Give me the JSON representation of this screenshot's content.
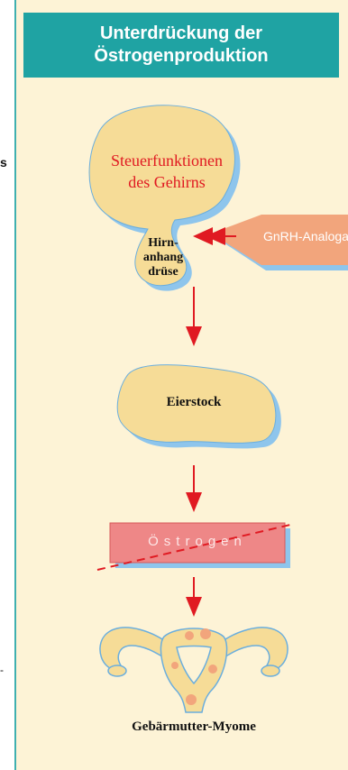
{
  "title": {
    "line1": "Unterdrückung der",
    "line2": "Östrogenproduktion"
  },
  "brain": {
    "line1": "Steuerfunktionen",
    "line2": "des Gehirns"
  },
  "pituitary": {
    "line1": "Hirn-",
    "line2": "anhang",
    "line3": "drüse"
  },
  "gnrh_label": "GnRH-Analoga",
  "ovary_label": "Eierstock",
  "estrogen_label": "Östrogen",
  "uterus_label": "Gebärmutter-Myome",
  "edge_text": {
    "left_top": "s",
    "left_bottom": "-"
  },
  "colors": {
    "header": "#1fa3a3",
    "panel": "#fdf3d6",
    "shape_fill": "#f6dc97",
    "shape_shadow": "#8ec5ec",
    "brain_text": "#e01a22",
    "arrow": "#e01a22",
    "gnrh_arrow": "#f2a57c",
    "estrogen_box": "#ee8787"
  }
}
